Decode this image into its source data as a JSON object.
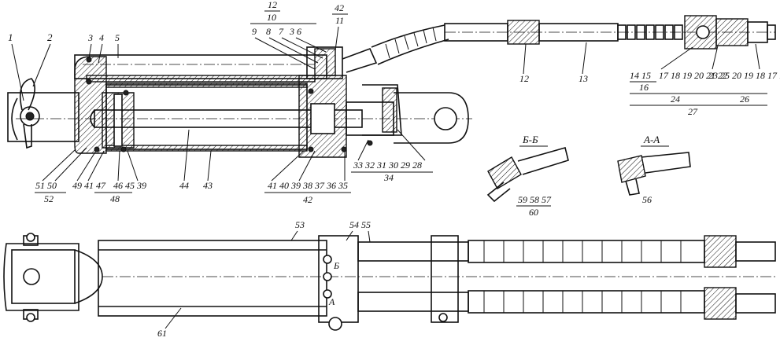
{
  "labels": {
    "l1": "1",
    "l2": "2",
    "l3": "3",
    "l4": "4",
    "l5": "5",
    "l12_top": "12",
    "l10": "10",
    "l9": "9",
    "l8": "8",
    "l7": "7",
    "l36": "3 6",
    "l42_top": "42",
    "l11": "11",
    "l12": "12",
    "l13": "13",
    "l14_15": "14 15",
    "l17_22": "17 18 19 20 21 22",
    "l23_16": "23 25 20 19 18 17 16",
    "l16": "16",
    "l24": "24",
    "l26": "26",
    "l27": "27",
    "l51_50": "51 50",
    "l52": "52",
    "l49_47": "49 41 47",
    "l46_39": "46 45 39",
    "l48": "48",
    "l44": "44",
    "l43": "43",
    "l41_35": "41 40 39 38 37 36 35",
    "l42": "42",
    "l33_28": "33 32 31 30 29 28",
    "l34": "34",
    "l59_57": "59 58 57",
    "l60": "60",
    "l56": "56",
    "l53": "53",
    "l54_55": "54 55",
    "l61": "61"
  },
  "sections": {
    "bb": "Б-Б",
    "aa": "А-А"
  },
  "marks": {
    "b": "Б",
    "a": "А"
  }
}
